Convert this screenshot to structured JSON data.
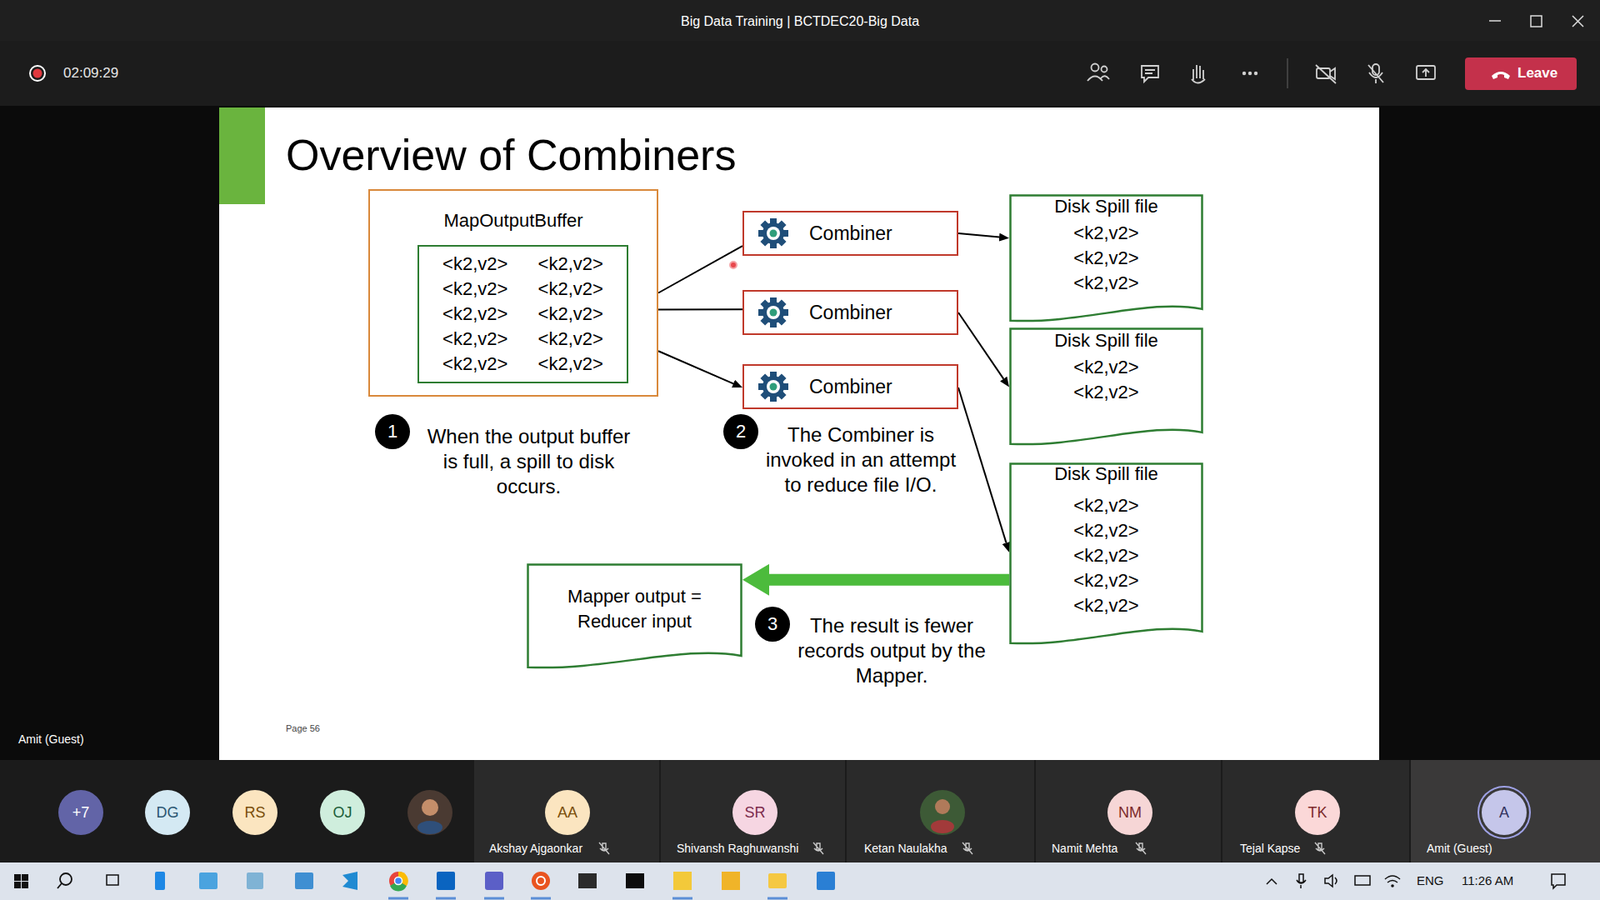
{
  "diagram": {
    "title": "Overview of Combiners",
    "nodes": [
      {
        "text": [
          "MapOutputBuffer"
        ]
      },
      {
        "text": [
          "<k2,v2>",
          "<k2,v2>",
          "<k2,v2>",
          "<k2,v2>",
          "<k2,v2>",
          "<k2,v2>",
          "<k2,v2>",
          "<k2,v2>",
          "<k2,v2>",
          "<k2,v2>"
        ],
        "in": 0
      },
      {
        "text": [
          "Combiner"
        ]
      },
      {
        "text": [
          "Disk Spill file",
          "<k2,v2>",
          "<k2,v2>",
          "<k2,v2>"
        ]
      },
      {
        "text": [
          "Combiner"
        ]
      },
      {
        "text": [
          "Disk Spill file",
          "<k2,v2>",
          "<k2,v2>"
        ]
      },
      {
        "text": [
          "Combiner"
        ]
      },
      {
        "text": [
          "Disk Spill file",
          "<k2,v2>",
          "<k2,v2>",
          "<k2,v2>",
          "<k2,v2>",
          "<k2,v2>"
        ]
      },
      {
        "text": [
          "Mapper output = Reducer input"
        ]
      }
    ],
    "edges": [
      {
        "from": 0,
        "to": 2,
        "arrow": "none"
      },
      {
        "from": 0,
        "to": 4,
        "arrow": "none"
      },
      {
        "from": 0,
        "to": 6,
        "arrow": "to"
      },
      {
        "from": 2,
        "to": 3,
        "arrow": "to"
      },
      {
        "from": 4,
        "to": 5,
        "arrow": "to"
      },
      {
        "from": 6,
        "to": 7,
        "arrow": "to"
      },
      {
        "from": 7,
        "to": 8,
        "arrow": "to"
      }
    ],
    "labels": [
      "1",
      "When the output buffer is full, a spill to disk occurs.",
      "2",
      "The Combiner is invoked in an attempt to reduce file I/O.",
      "3",
      "The result is fewer records output by the Mapper.",
      "Page 56",
      "Big Data Training | BCTDEC20-Big Data",
      "02:09:29",
      "Leave",
      "Amit (Guest)",
      "+7",
      "DG",
      "RS",
      "OJ",
      "AA",
      "Akshay Ajgaonkar",
      "SR",
      "Shivansh Raghuwanshi",
      "Ketan Naulakha",
      "NM",
      "Namit Mehta",
      "TK",
      "Tejal Kapse",
      "A",
      "Amit (Guest)",
      "ENG",
      "11:26 AM"
    ]
  }
}
